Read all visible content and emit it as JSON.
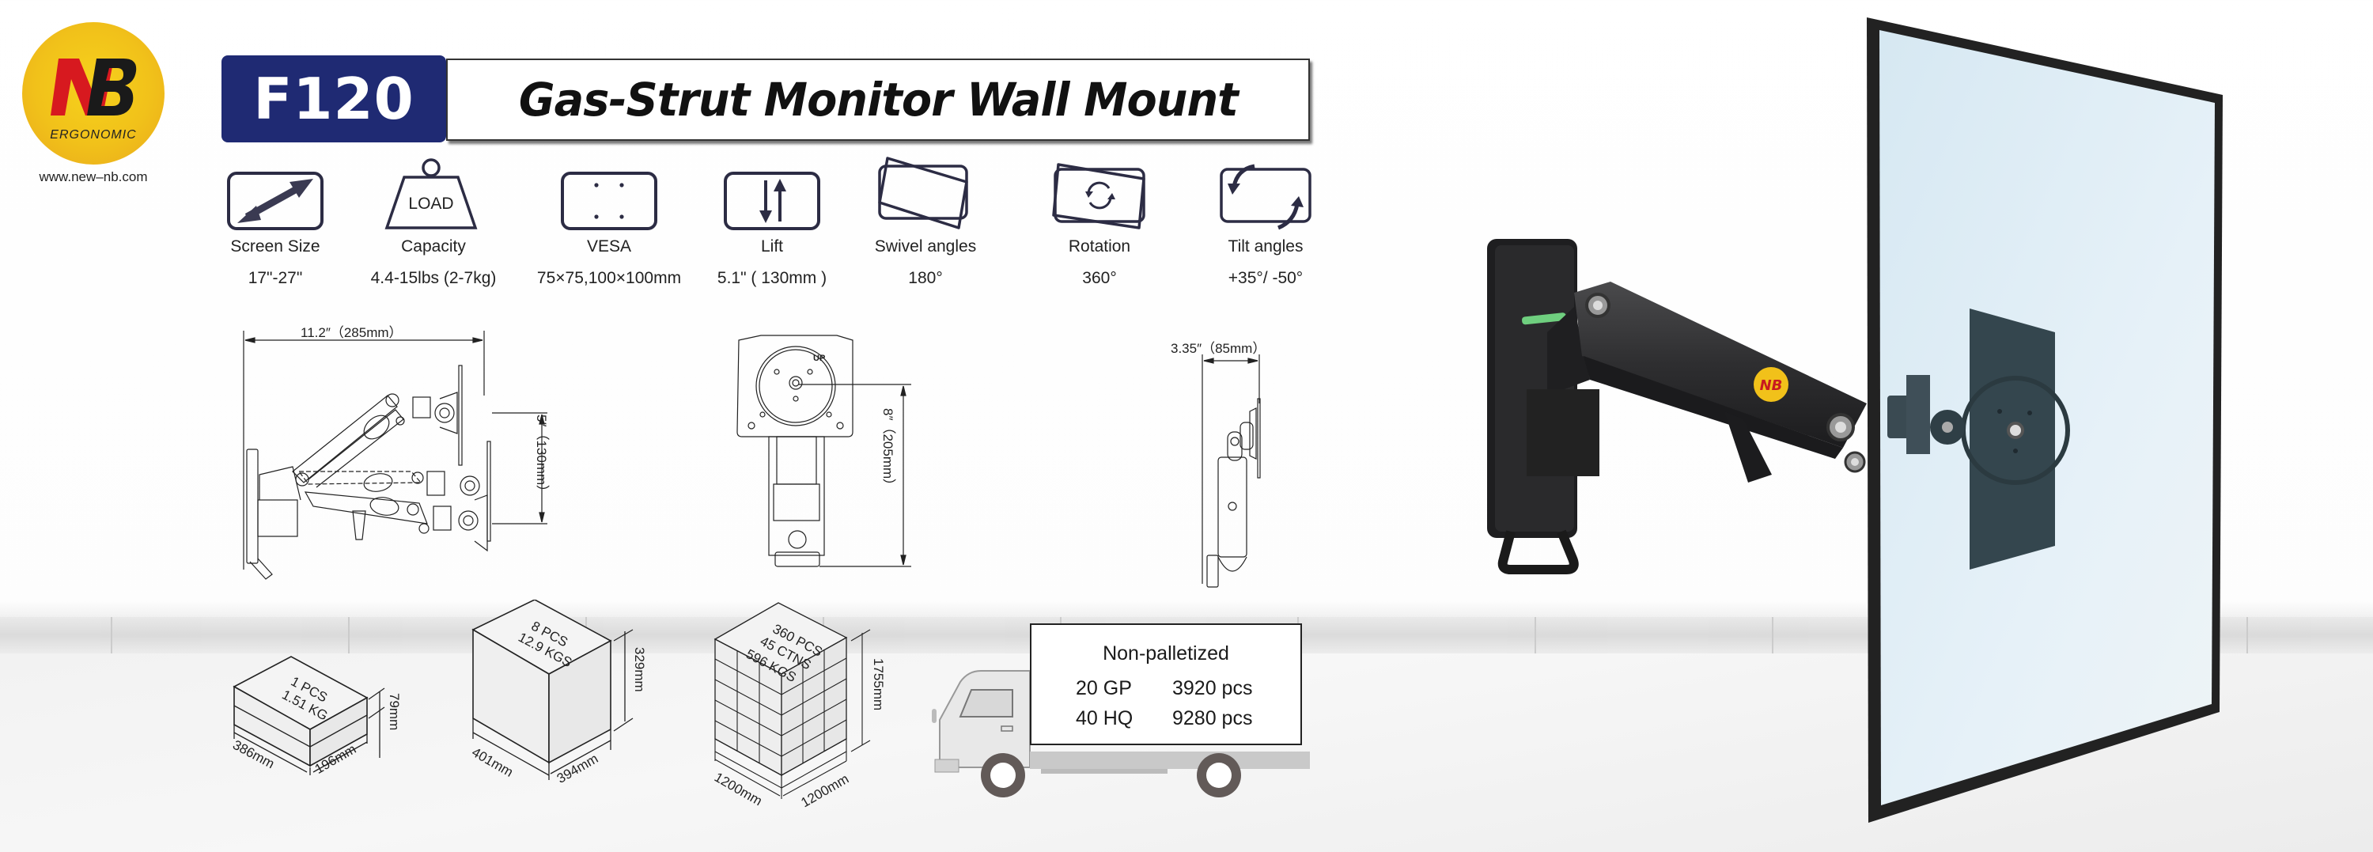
{
  "brand": {
    "logo_letters": "NB",
    "logo_subtitle": "ERGONOMIC",
    "website": "www.new–nb.com",
    "colors": {
      "logo_yellow": "#f1c11a",
      "logo_red": "#d7191f",
      "logo_black": "#1a1a1a"
    }
  },
  "header": {
    "model": "F120",
    "title": "Gas-Strut Monitor Wall Mount",
    "colors": {
      "badge_bg": "#1f2a73",
      "badge_text": "#ffffff"
    }
  },
  "specs": [
    {
      "icon": "diagonal-arrow-icon",
      "label": "Screen Size",
      "value": "17\"-27\""
    },
    {
      "icon": "load-weight-icon",
      "icon_text": "LOAD",
      "label": "Capacity",
      "value": "4.4-15lbs (2-7kg)"
    },
    {
      "icon": "vesa-plate-icon",
      "label": "VESA",
      "value": "75×75,100×100mm"
    },
    {
      "icon": "lift-arrows-icon",
      "label": "Lift",
      "value": "5.1\" ( 130mm )"
    },
    {
      "icon": "swivel-icon",
      "label": "Swivel angles",
      "value": "180°"
    },
    {
      "icon": "rotation-icon",
      "label": "Rotation",
      "value": "360°"
    },
    {
      "icon": "tilt-icon",
      "label": "Tilt angles",
      "value": "+35°/  -50°"
    }
  ],
  "drawings": {
    "side_view": {
      "width_label": "11.2″（285mm）",
      "lift_label": "5″（130mm）"
    },
    "front_view": {
      "height_label": "8″（205mm）",
      "plate_marker": "UP"
    },
    "profile_view": {
      "depth_label": "3.35″（85mm）"
    }
  },
  "packaging": {
    "single_box": {
      "qty": "1 PCS",
      "weight": "1.51 KG",
      "length": "386mm",
      "width": "196mm",
      "height": "79mm"
    },
    "carton": {
      "qty": "8 PCS",
      "weight": "12.9 KGS",
      "length": "401mm",
      "width": "394mm",
      "height": "329mm"
    },
    "pallet": {
      "qty": "360 PCS",
      "cartons": "45 CTNS",
      "weight": "596 KGS",
      "length": "1200mm",
      "width": "1200mm",
      "height": "1755mm"
    },
    "container": {
      "title": "Non-palletized",
      "rows": [
        {
          "type": "20 GP",
          "qty": "3920 pcs"
        },
        {
          "type": "40 HQ",
          "qty": "9280 pcs"
        }
      ]
    }
  }
}
